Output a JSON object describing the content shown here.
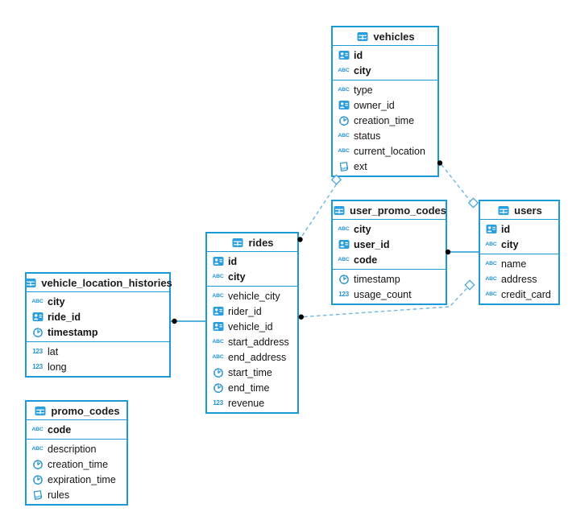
{
  "diagram": {
    "background_color": "#ffffff",
    "table_border_color": "#1b9ad6",
    "icon_color": "#2492d0",
    "dashed_line_color": "#6cb6e2",
    "solid_line_color": "#1b9ad6",
    "dot_color": "#000000",
    "diamond_fill": "#ffffff"
  },
  "tables": [
    {
      "name": "vehicles",
      "columns": [
        {
          "name": "id",
          "icon": "id-badge",
          "key": true
        },
        {
          "name": "city",
          "icon": "string",
          "key": true
        },
        {
          "name": "type",
          "icon": "string",
          "key": false
        },
        {
          "name": "owner_id",
          "icon": "id-badge",
          "key": false
        },
        {
          "name": "creation_time",
          "icon": "datetime",
          "key": false
        },
        {
          "name": "status",
          "icon": "string",
          "key": false
        },
        {
          "name": "current_location",
          "icon": "string",
          "key": false
        },
        {
          "name": "ext",
          "icon": "json",
          "key": false
        }
      ]
    },
    {
      "name": "user_promo_codes",
      "columns": [
        {
          "name": "city",
          "icon": "string",
          "key": true
        },
        {
          "name": "user_id",
          "icon": "id-badge",
          "key": true
        },
        {
          "name": "code",
          "icon": "string",
          "key": true
        },
        {
          "name": "timestamp",
          "icon": "datetime",
          "key": false
        },
        {
          "name": "usage_count",
          "icon": "number",
          "key": false
        }
      ]
    },
    {
      "name": "users",
      "columns": [
        {
          "name": "id",
          "icon": "id-badge",
          "key": true
        },
        {
          "name": "city",
          "icon": "string",
          "key": true
        },
        {
          "name": "name",
          "icon": "string",
          "key": false
        },
        {
          "name": "address",
          "icon": "string",
          "key": false
        },
        {
          "name": "credit_card",
          "icon": "string",
          "key": false
        }
      ]
    },
    {
      "name": "rides",
      "columns": [
        {
          "name": "id",
          "icon": "id-badge",
          "key": true
        },
        {
          "name": "city",
          "icon": "string",
          "key": true
        },
        {
          "name": "vehicle_city",
          "icon": "string",
          "key": false
        },
        {
          "name": "rider_id",
          "icon": "id-badge",
          "key": false
        },
        {
          "name": "vehicle_id",
          "icon": "id-badge",
          "key": false
        },
        {
          "name": "start_address",
          "icon": "string",
          "key": false
        },
        {
          "name": "end_address",
          "icon": "string",
          "key": false
        },
        {
          "name": "start_time",
          "icon": "datetime",
          "key": false
        },
        {
          "name": "end_time",
          "icon": "datetime",
          "key": false
        },
        {
          "name": "revenue",
          "icon": "number",
          "key": false
        }
      ]
    },
    {
      "name": "vehicle_location_histories",
      "columns": [
        {
          "name": "city",
          "icon": "string",
          "key": true
        },
        {
          "name": "ride_id",
          "icon": "id-badge",
          "key": true
        },
        {
          "name": "timestamp",
          "icon": "datetime",
          "key": true
        },
        {
          "name": "lat",
          "icon": "number",
          "key": false
        },
        {
          "name": "long",
          "icon": "number",
          "key": false
        }
      ]
    },
    {
      "name": "promo_codes",
      "columns": [
        {
          "name": "code",
          "icon": "string",
          "key": true
        },
        {
          "name": "description",
          "icon": "string",
          "key": false
        },
        {
          "name": "creation_time",
          "icon": "datetime",
          "key": false
        },
        {
          "name": "expiration_time",
          "icon": "datetime",
          "key": false
        },
        {
          "name": "rules",
          "icon": "json",
          "key": false
        }
      ]
    }
  ],
  "relationships": [
    {
      "from": "rides",
      "to": "vehicles",
      "from_marker": "dot",
      "to_marker": "diamond",
      "line": "dashed"
    },
    {
      "from": "vehicles",
      "to": "users",
      "from_marker": "dot",
      "to_marker": "diamond",
      "line": "dashed"
    },
    {
      "from": "rides",
      "to": "users",
      "from_marker": "dot",
      "to_marker": "diamond",
      "line": "dashed"
    },
    {
      "from": "user_promo_codes",
      "to": "users",
      "from_marker": "dot",
      "to_marker": "none",
      "line": "solid"
    },
    {
      "from": "vehicle_location_histories",
      "to": "rides",
      "from_marker": "dot",
      "to_marker": "none",
      "line": "solid"
    }
  ]
}
